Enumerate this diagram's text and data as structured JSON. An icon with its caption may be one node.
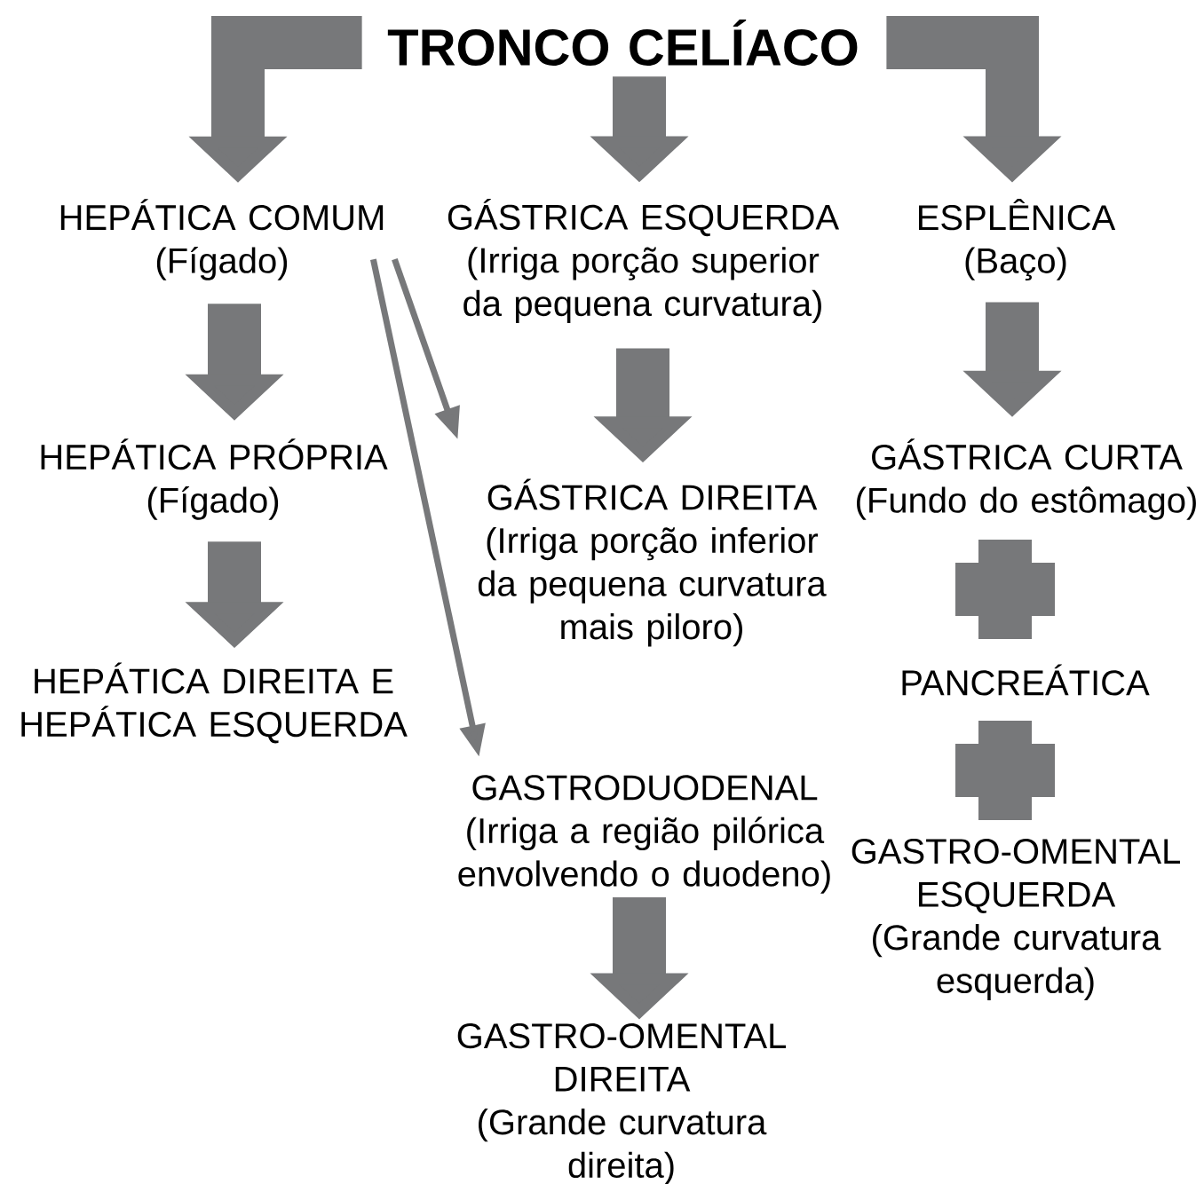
{
  "diagram": {
    "nodes": [
      {
        "text": [
          "TRONCO CELÍACO"
        ]
      },
      {
        "text": [
          "HEPÁTICA COMUM",
          "(Fígado)"
        ]
      },
      {
        "text": [
          "GÁSTRICA ESQUERDA",
          "(Irriga porção superior da pequena curvatura)"
        ]
      },
      {
        "text": [
          "ESPLÊNICA",
          "(Baço)"
        ]
      },
      {
        "text": [
          "HEPÁTICA PRÓPRIA",
          "(Fígado)"
        ]
      },
      {
        "text": [
          "GÁSTRICA DIREITA",
          "(Irriga porção inferior da pequena curvatura mais piloro)"
        ]
      },
      {
        "text": [
          "GÁSTRICA CURTA",
          "(Fundo do estômago)"
        ]
      },
      {
        "text": [
          "HEPÁTICA DIREITA E HEPÁTICA ESQUERDA"
        ]
      },
      {
        "text": [
          "PANCREÁTICA"
        ]
      },
      {
        "text": [
          "GASTRODUODENAL",
          "(Irriga a região pilórica envolvendo o duodeno)"
        ]
      },
      {
        "text": [
          "GASTRO-OMENTAL ESQUERDA",
          "(Grande curvatura esquerda)"
        ]
      },
      {
        "text": [
          "GASTRO-OMENTAL DIREITA",
          "(Grande curvatura direita)"
        ]
      }
    ],
    "edges": [
      {
        "from": 0,
        "to": 1,
        "arrow": "to"
      },
      {
        "from": 0,
        "to": 2,
        "arrow": "to"
      },
      {
        "from": 0,
        "to": 3,
        "arrow": "to"
      },
      {
        "from": 1,
        "to": 4,
        "arrow": "to"
      },
      {
        "from": 4,
        "to": 7,
        "arrow": "to"
      },
      {
        "from": 1,
        "to": 5,
        "arrow": "to"
      },
      {
        "from": 1,
        "to": 9,
        "arrow": "to"
      },
      {
        "from": 2,
        "to": 5,
        "arrow": "to"
      },
      {
        "from": 9,
        "to": 11,
        "arrow": "to"
      },
      {
        "from": 3,
        "to": 6,
        "arrow": "to"
      }
    ]
  }
}
